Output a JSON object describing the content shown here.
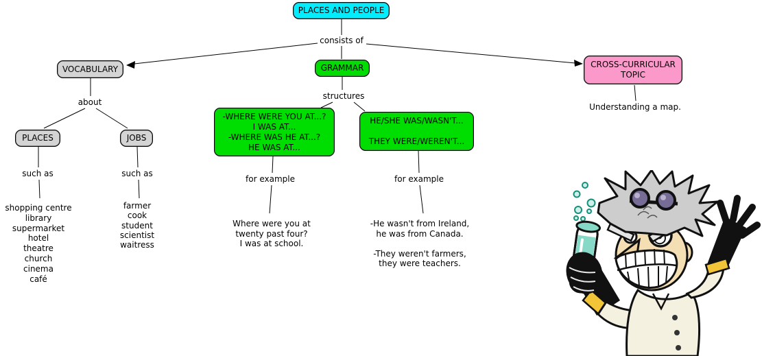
{
  "map": {
    "root_label": "PLACES AND PEOPLE",
    "consists_link": "consists of",
    "vocabulary_label": "VOCABULARY",
    "grammar_label": "GRAMMAR",
    "cross_label": [
      "CROSS-CURRICULAR",
      "TOPIC"
    ],
    "about_link": "about",
    "places_label": "PLACES",
    "jobs_label": "JOBS",
    "such_as_places_link": "such as",
    "such_as_jobs_link": "such as",
    "places_list": [
      "shopping centre",
      "library",
      "supermarket",
      "hotel",
      "theatre",
      "church",
      "cinema",
      "café"
    ],
    "jobs_list": [
      "farmer",
      "cook",
      "student",
      "scientist",
      "waitress"
    ],
    "structures_link": "structures",
    "structure1": [
      "-WHERE WERE YOU AT...?",
      "I WAS AT...",
      "-WHERE WAS HE AT...?",
      "HE WAS AT..."
    ],
    "structure2": [
      "HE/SHE WAS/WASN'T...",
      "",
      "THEY WERE/WEREN'T..."
    ],
    "for_example_1_link": "for example",
    "for_example_2_link": "for example",
    "example1": [
      "Where were you at",
      "twenty past four?",
      "I was at school."
    ],
    "example2": [
      "-He wasn't from Ireland,",
      "he was from Canada.",
      "",
      "-They weren't farmers,",
      "they were teachers."
    ],
    "cross_note": "Understanding a map."
  },
  "colors": {
    "root_fill": "#00eeff",
    "grammar_fill": "#00dd00",
    "gray_fill": "#d4d4d4",
    "cross_fill": "#fb9aca",
    "line": "#000000",
    "liquid_teal": "#85d9c6",
    "glove_yellow": "#f2c437"
  },
  "illustration": {
    "name": "mad-scientist-cartoon"
  }
}
